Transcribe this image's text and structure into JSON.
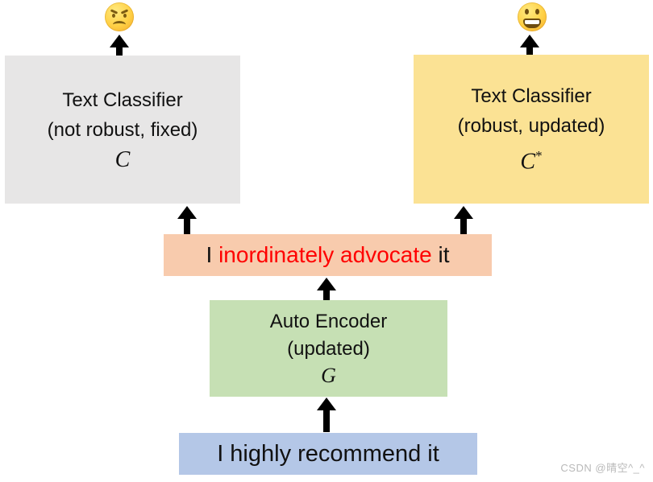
{
  "diagram": {
    "left_branch": {
      "emoji_icon": "angry-face-emoji",
      "box": {
        "line1": "Text Classifier",
        "line2": "(not robust, fixed)",
        "symbol": "C",
        "fill": "#E7E6E6"
      }
    },
    "right_branch": {
      "emoji_icon": "grinning-face-emoji",
      "box": {
        "line1": "Text Classifier",
        "line2": "(robust, updated)",
        "symbol": "C",
        "symbol_sup": "*",
        "fill": "#FBE294"
      }
    },
    "adversarial_text": {
      "prefix": "I ",
      "highlight": "inordinately advocate",
      "suffix": " it",
      "fill": "#F8CBAD",
      "highlight_color": "#FF0000",
      "text_color": "#111111"
    },
    "auto_encoder": {
      "line1": "Auto Encoder",
      "line2": "(updated)",
      "symbol": "G",
      "fill": "#C6E0B4"
    },
    "input_text": {
      "text": "I highly recommend it",
      "fill": "#B4C7E7"
    },
    "watermark": "CSDN @晴空^_^"
  }
}
